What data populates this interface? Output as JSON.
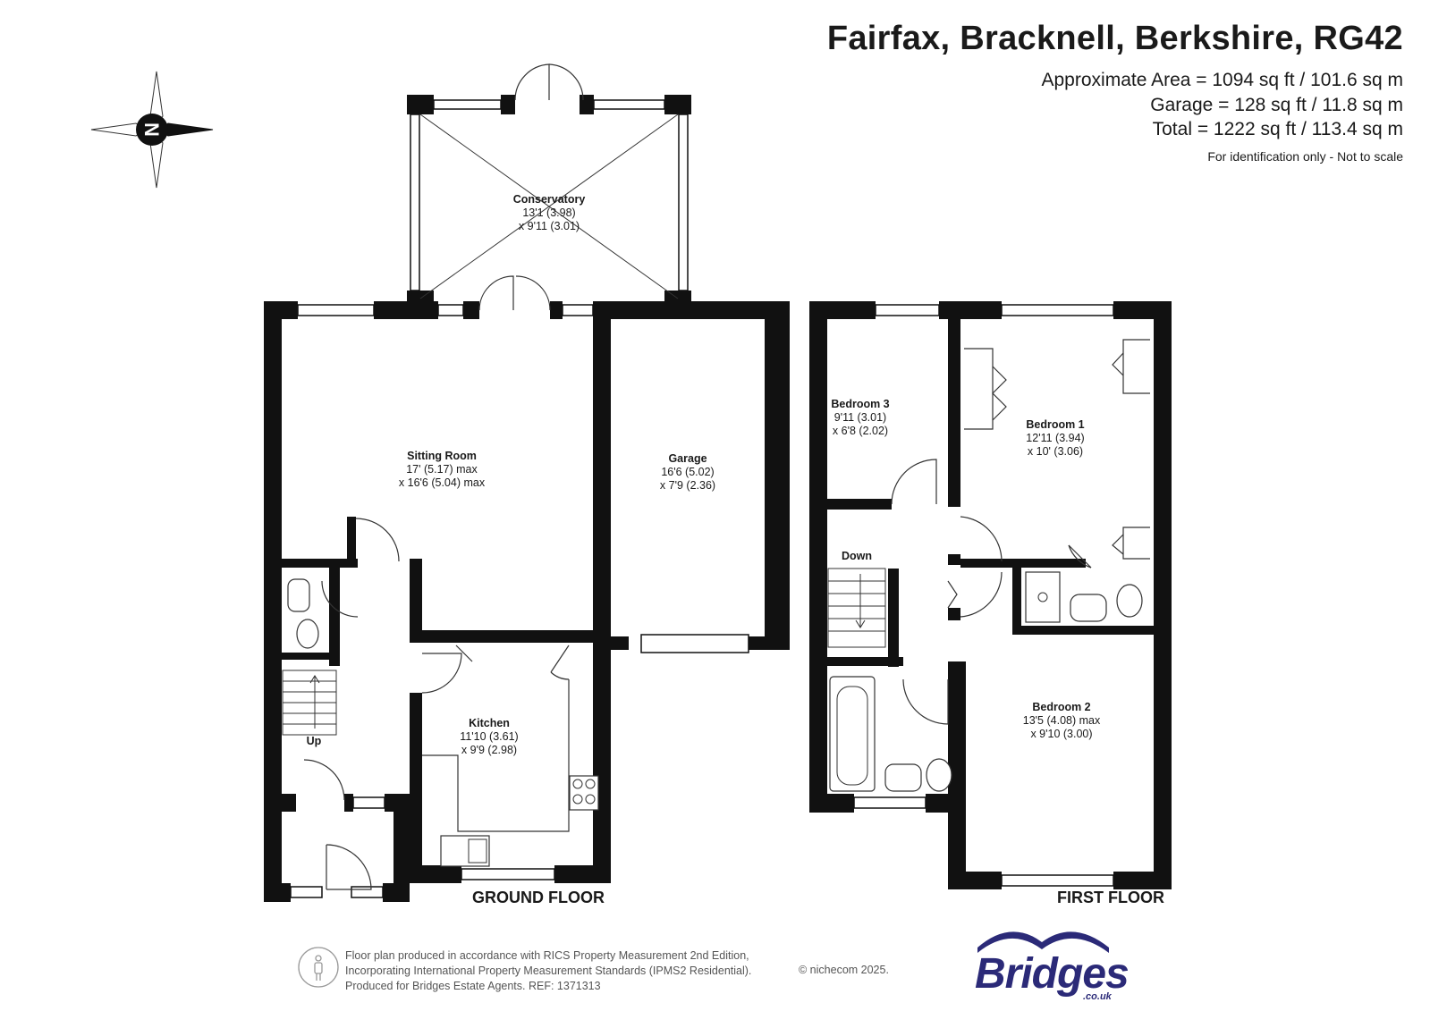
{
  "header": {
    "title": "Fairfax, Bracknell, Berkshire, RG42",
    "area_lines": [
      "Approximate Area = 1094 sq ft / 101.6 sq m",
      "Garage = 128 sq ft / 11.8 sq m",
      "Total = 1222 sq ft / 113.4 sq m"
    ],
    "note": "For identification only - Not to scale"
  },
  "compass": {
    "letter": "N"
  },
  "rooms": {
    "conservatory": {
      "name": "Conservatory",
      "dim1": "13'1 (3.98)",
      "dim2": "x 9'11 (3.01)"
    },
    "sitting_room": {
      "name": "Sitting Room",
      "dim1": "17' (5.17) max",
      "dim2": "x 16'6 (5.04) max"
    },
    "garage": {
      "name": "Garage",
      "dim1": "16'6 (5.02)",
      "dim2": "x 7'9 (2.36)"
    },
    "kitchen": {
      "name": "Kitchen",
      "dim1": "11'10 (3.61)",
      "dim2": "x 9'9 (2.98)"
    },
    "bedroom3": {
      "name": "Bedroom 3",
      "dim1": "9'11 (3.01)",
      "dim2": "x 6'8 (2.02)"
    },
    "bedroom1": {
      "name": "Bedroom 1",
      "dim1": "12'11 (3.94)",
      "dim2": "x 10' (3.06)"
    },
    "bedroom2": {
      "name": "Bedroom 2",
      "dim1": "13'5 (4.08) max",
      "dim2": "x 9'10 (3.00)"
    }
  },
  "stairs": {
    "up": "Up",
    "down": "Down"
  },
  "floors": {
    "ground": "GROUND FLOOR",
    "first": "FIRST FLOOR"
  },
  "footer": {
    "lines": [
      "Floor plan produced in accordance with RICS Property Measurement 2nd Edition,",
      "Incorporating International Property Measurement Standards (IPMS2 Residential).",
      "Produced for Bridges Estate Agents.   REF:  1371313"
    ],
    "copyright": "© nichecom 2025."
  },
  "logo": {
    "name": "Bridges",
    "sub": ".co.uk"
  },
  "colors": {
    "wall": "#111111",
    "brand": "#2b2a78"
  }
}
